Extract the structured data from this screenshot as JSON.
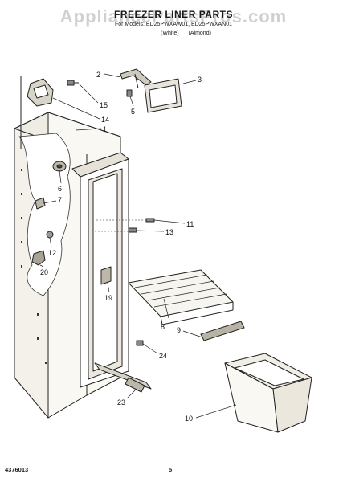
{
  "header": {
    "watermark": "AppliancePartsPros.com",
    "title": "FREEZER LINER PARTS",
    "subtitle": "For Models: ED25PWXAW01, ED25PWXAN01",
    "variants": [
      "(White)",
      "(Almond)"
    ]
  },
  "callouts": [
    "1",
    "2",
    "3",
    "5",
    "6",
    "7",
    "8",
    "9",
    "10",
    "11",
    "12",
    "13",
    "14",
    "15",
    "19",
    "20",
    "23",
    "24"
  ],
  "footer": {
    "doc_number": "4376013",
    "page_number": "5"
  }
}
